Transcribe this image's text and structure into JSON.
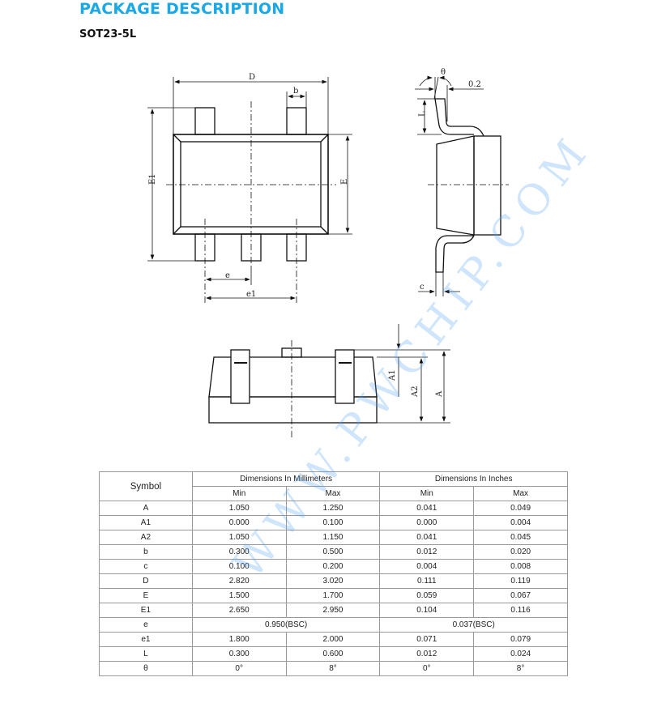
{
  "header": {
    "title": "PACKAGE DESCRIPTION",
    "package": "SOT23-5L"
  },
  "drawing_labels": {
    "D": "D",
    "b": "b",
    "E1": "E1",
    "E": "E",
    "e": "e",
    "e1": "e1",
    "theta": "θ",
    "gauge": "0.2",
    "L": "L",
    "c": "c",
    "A1": "A1",
    "A2": "A2",
    "A": "A"
  },
  "watermark": "WWW.PWCHIP.COM",
  "table": {
    "symbol_header": "Symbol",
    "mm_header": "Dimensions In Millimeters",
    "in_header": "Dimensions In Inches",
    "min": "Min",
    "max": "Max",
    "rows": [
      {
        "s": "A",
        "mmin": "1.050",
        "mmax": "1.250",
        "imin": "0.041",
        "imax": "0.049"
      },
      {
        "s": "A1",
        "mmin": "0.000",
        "mmax": "0.100",
        "imin": "0.000",
        "imax": "0.004"
      },
      {
        "s": "A2",
        "mmin": "1.050",
        "mmax": "1.150",
        "imin": "0.041",
        "imax": "0.045"
      },
      {
        "s": "b",
        "mmin": "0.300",
        "mmax": "0.500",
        "imin": "0.012",
        "imax": "0.020"
      },
      {
        "s": "c",
        "mmin": "0.100",
        "mmax": "0.200",
        "imin": "0.004",
        "imax": "0.008"
      },
      {
        "s": "D",
        "mmin": "2.820",
        "mmax": "3.020",
        "imin": "0.111",
        "imax": "0.119"
      },
      {
        "s": "E",
        "mmin": "1.500",
        "mmax": "1.700",
        "imin": "0.059",
        "imax": "0.067"
      },
      {
        "s": "E1",
        "mmin": "2.650",
        "mmax": "2.950",
        "imin": "0.104",
        "imax": "0.116"
      },
      {
        "s": "e",
        "mm": "0.950(BSC)",
        "in": "0.037(BSC)"
      },
      {
        "s": "e1",
        "mmin": "1.800",
        "mmax": "2.000",
        "imin": "0.071",
        "imax": "0.079"
      },
      {
        "s": "L",
        "mmin": "0.300",
        "mmax": "0.600",
        "imin": "0.012",
        "imax": "0.024"
      },
      {
        "s": "θ",
        "mmin": "0°",
        "mmax": "8°",
        "imin": "0°",
        "imax": "8°"
      }
    ]
  }
}
